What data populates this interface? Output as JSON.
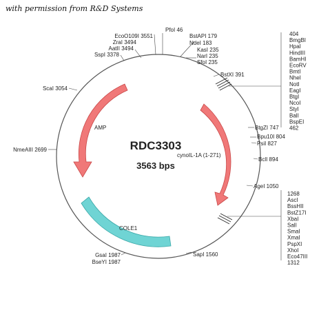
{
  "credit": "with permission from R&D Systems",
  "plasmid": {
    "name": "RDC3303",
    "size": "3563 bps"
  },
  "colors": {
    "backbone": "#555555",
    "amp_arrow": "#f07878",
    "amp_stroke": "#c84848",
    "insert_arrow": "#f07878",
    "cole1": "#6fd4d4",
    "cole1_stroke": "#3aa8a8"
  },
  "features": {
    "amp": "AMP",
    "insert": "cynoIL-1A (1-271)",
    "cole1": "COLE1"
  },
  "sites": {
    "pfoi": "PfoI 46",
    "bstapi": "BstAPI 179",
    "ndei": "NdeI 183",
    "kasi": "KasI 235",
    "nari": "NarI 235",
    "sfoi": "SfoI 235",
    "bstxi": "BstXI 391",
    "btgzi": "BtgZI 747",
    "bpu10i": "Bpu10I 804",
    "psii": "PsiI 827",
    "bcli": "BclI 894",
    "agei": "AgeI 1050",
    "sapi": "SapI 1560",
    "gsai": "GsaI 1987",
    "bseyi": "BseYI 1987",
    "nmeaiii": "NmeAIII 2699",
    "scai": "ScaI 3054",
    "sspi": "SspI 3378",
    "aatii": "AatII 3494",
    "zrai": "ZraI 3494",
    "eco0109i": "EcoO109I 3551"
  },
  "mcs1": [
    "404",
    "BmgBI",
    "HpaI",
    "HindIII",
    "BamHI",
    "EcoRV",
    "BmtI",
    "NheI",
    "NotI",
    "EagI",
    "BtgI",
    "NcoI",
    "StyI",
    "BalI",
    "BspEI",
    "462"
  ],
  "mcs2": [
    "1268",
    "AscI",
    "BssHII",
    "BstZ17I",
    "XbaI",
    "SalI",
    "SmaI",
    "XmaI",
    "PspXI",
    "XhoI",
    "Eco47III",
    "1312"
  ]
}
